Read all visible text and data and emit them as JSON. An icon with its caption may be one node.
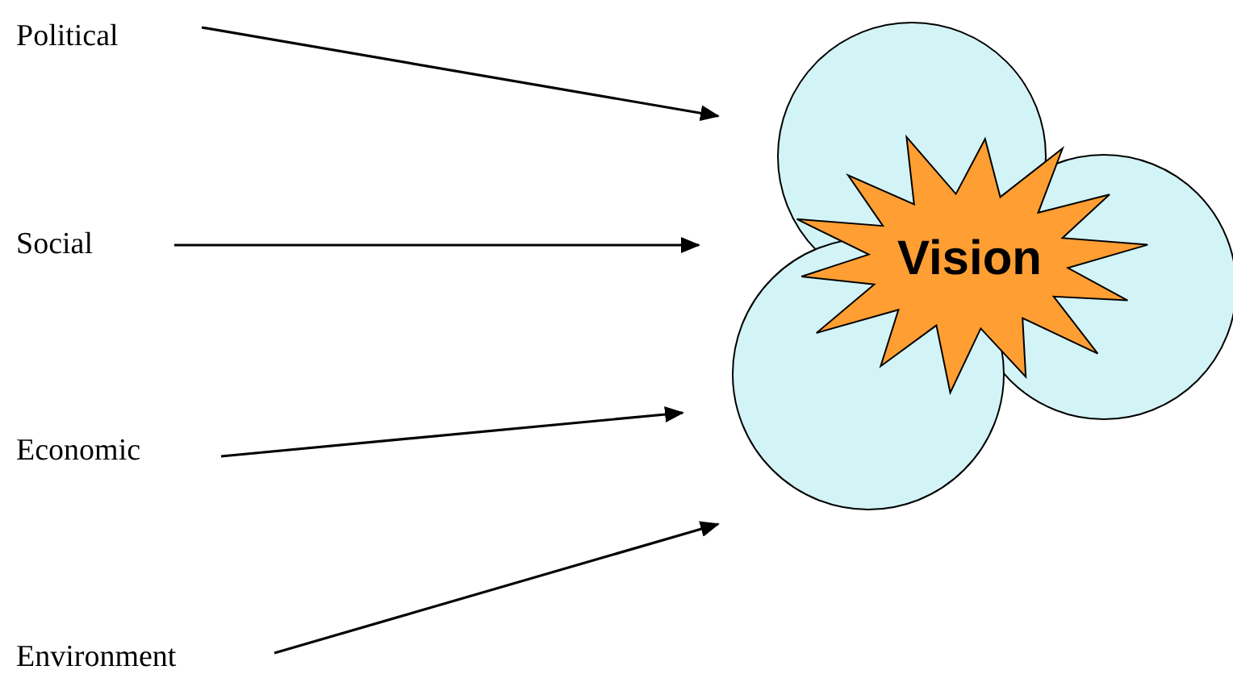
{
  "diagram": {
    "nodes": [
      {
        "text": [
          "Political"
        ]
      },
      {
        "text": [
          "Social"
        ]
      },
      {
        "text": [
          "Economic"
        ]
      },
      {
        "text": [
          "Environment"
        ]
      },
      {
        "text": [
          "Vision"
        ]
      }
    ],
    "edges": [
      {
        "from": 0,
        "to": 4,
        "arrow": "to"
      },
      {
        "from": 1,
        "to": 4,
        "arrow": "to"
      },
      {
        "from": 2,
        "to": 4,
        "arrow": "to"
      },
      {
        "from": 3,
        "to": 4,
        "arrow": "to"
      }
    ]
  }
}
